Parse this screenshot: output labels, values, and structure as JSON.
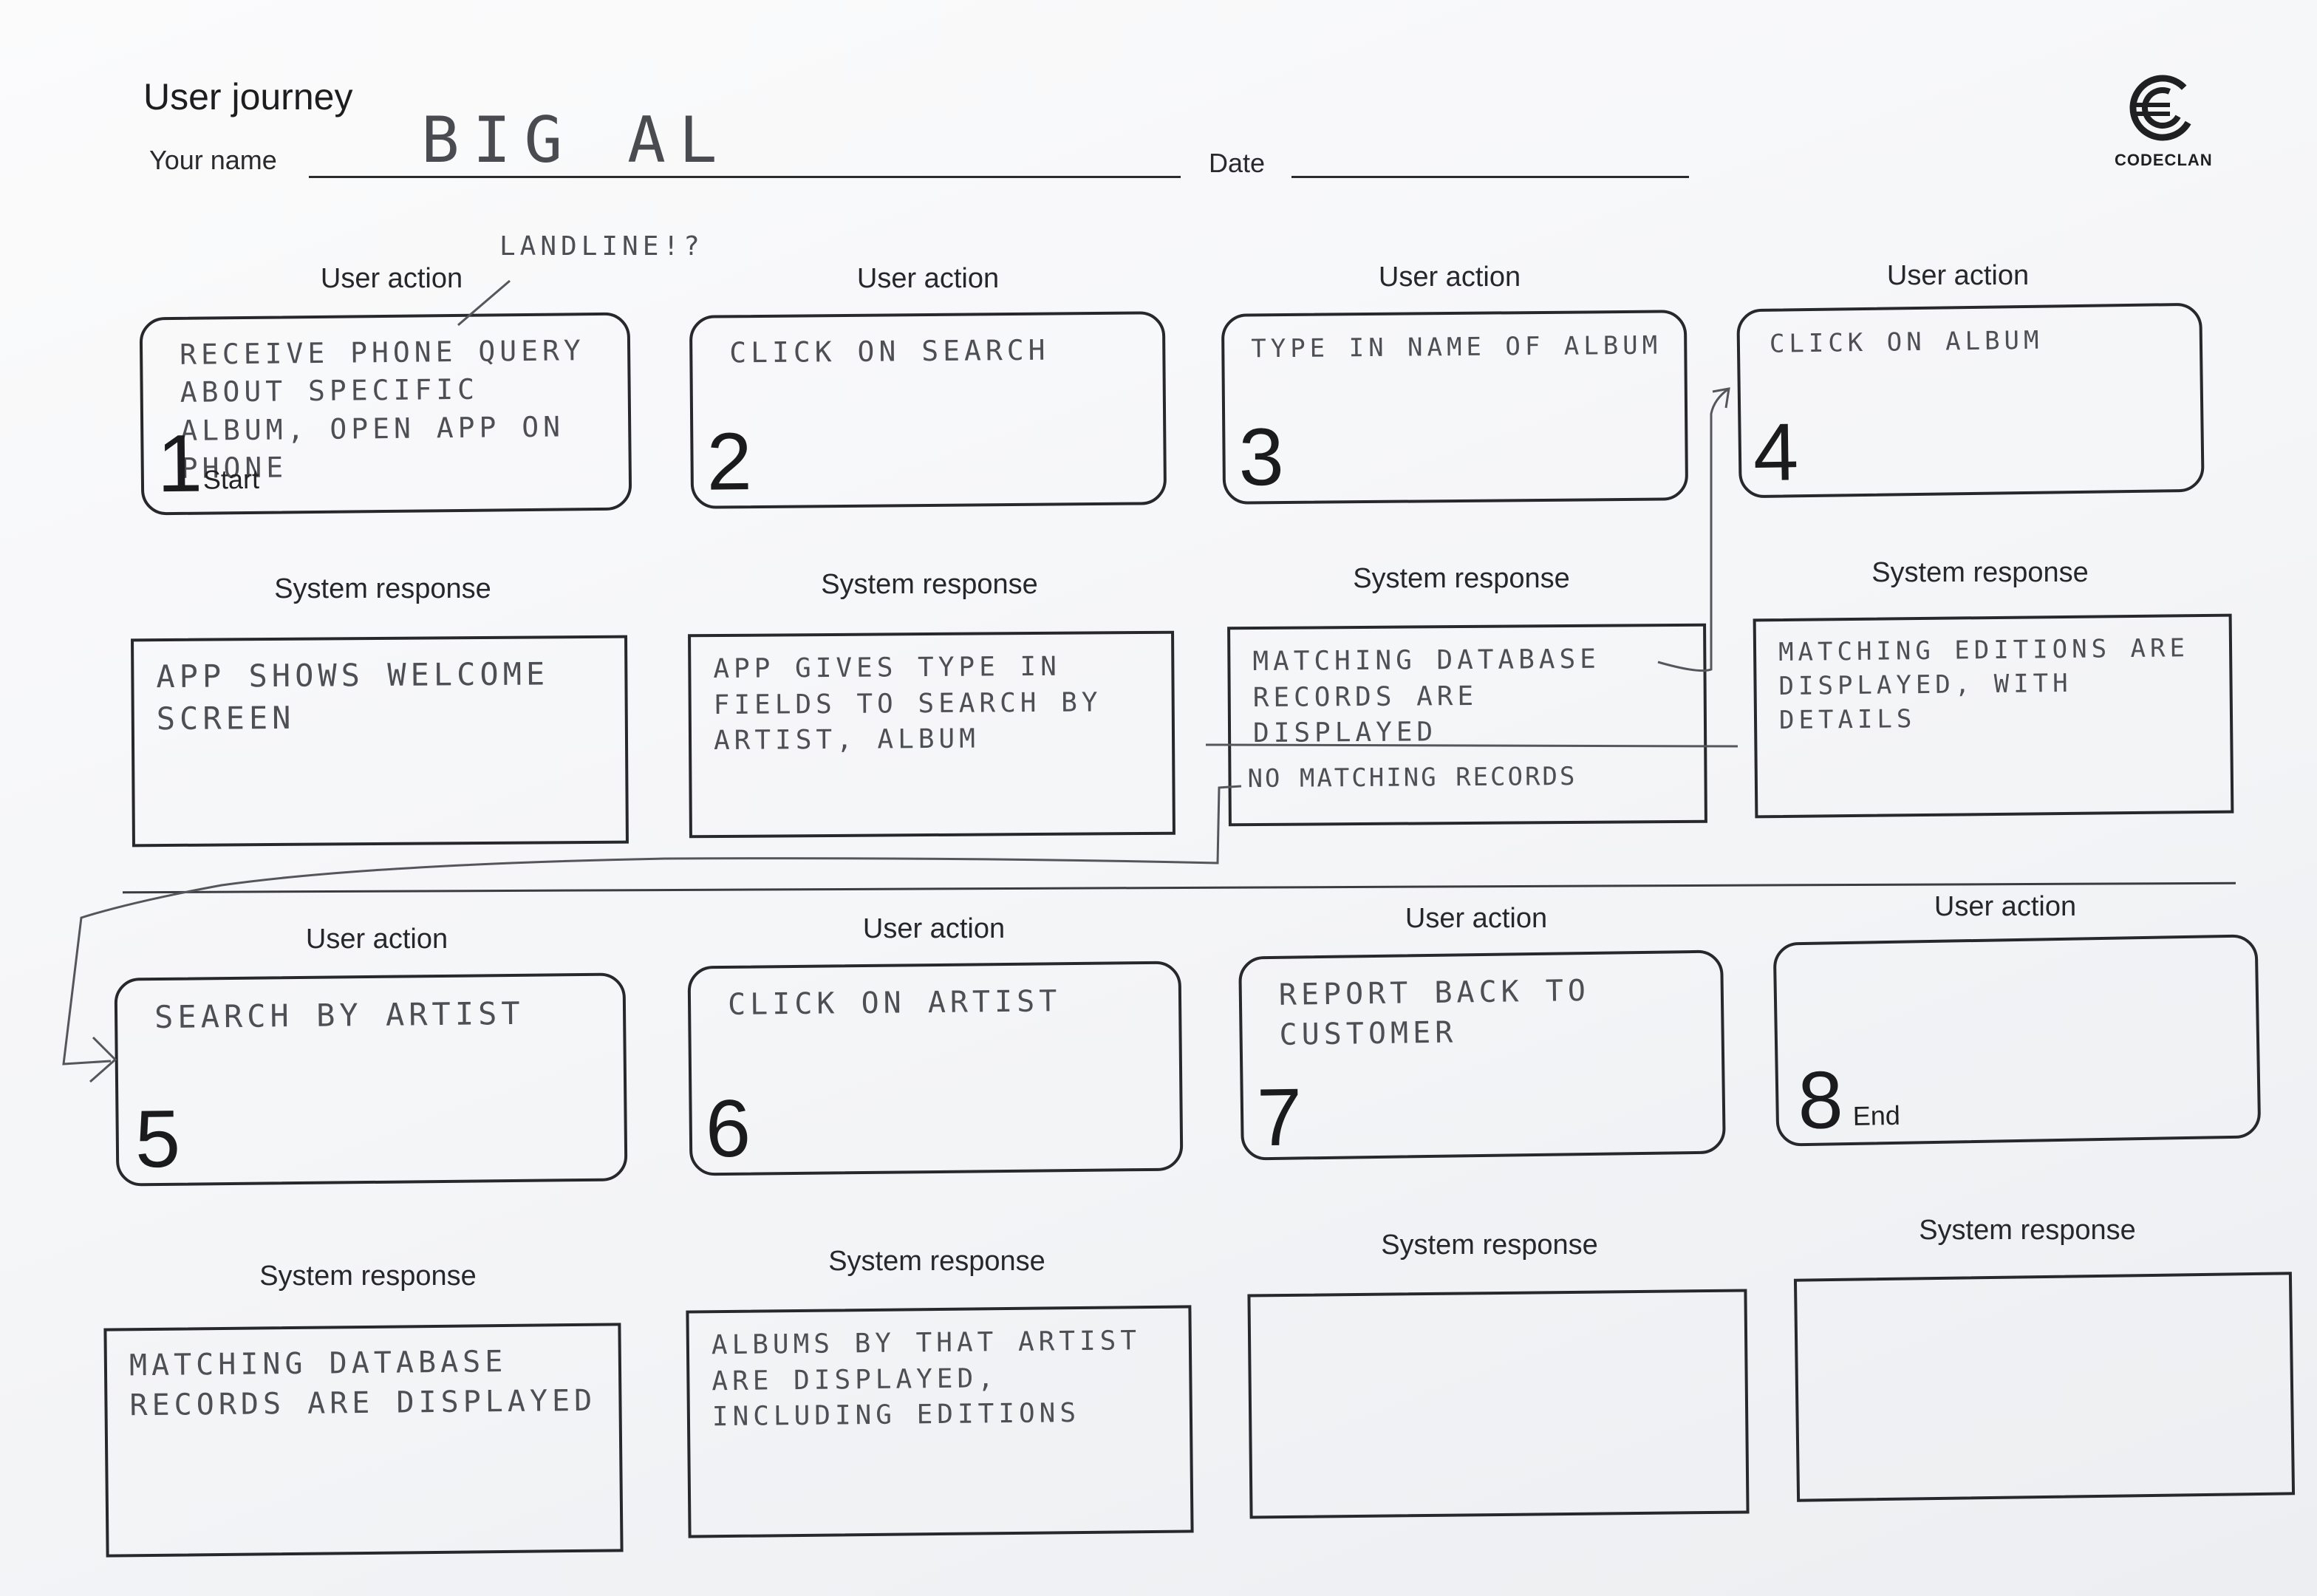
{
  "header": {
    "title": "User journey",
    "name_label": "Your name",
    "name_value": "BIG AL",
    "date_label": "Date",
    "date_value": "",
    "logo_text": "CODECLAN"
  },
  "labels": {
    "user_action": "User action",
    "system_response": "System response",
    "start": "Start",
    "end": "End"
  },
  "annotations": {
    "landline": "LANDLINE!?",
    "no_matching": "NO MATCHING RECORDS"
  },
  "steps": [
    {
      "number": "1",
      "action": "RECEIVE PHONE QUERY ABOUT SPECIFIC ALBUM, OPEN APP ON PHONE",
      "response": "APP SHOWS WELCOME SCREEN"
    },
    {
      "number": "2",
      "action": "CLICK ON SEARCH",
      "response": "APP GIVES TYPE IN FIELDS TO SEARCH BY ARTIST, ALBUM"
    },
    {
      "number": "3",
      "action": "TYPE IN NAME OF ALBUM",
      "response": "MATCHING DATABASE RECORDS ARE DISPLAYED"
    },
    {
      "number": "4",
      "action": "CLICK ON ALBUM",
      "response": "MATCHING EDITIONS ARE DISPLAYED, WITH DETAILS"
    },
    {
      "number": "5",
      "action": "SEARCH BY ARTIST",
      "response": "MATCHING DATABASE RECORDS ARE DISPLAYED"
    },
    {
      "number": "6",
      "action": "CLICK ON ARTIST",
      "response": "ALBUMS BY THAT ARTIST ARE DISPLAYED, INCLUDING EDITIONS"
    },
    {
      "number": "7",
      "action": "REPORT BACK TO CUSTOMER",
      "response": ""
    },
    {
      "number": "8",
      "action": "",
      "response": ""
    }
  ]
}
